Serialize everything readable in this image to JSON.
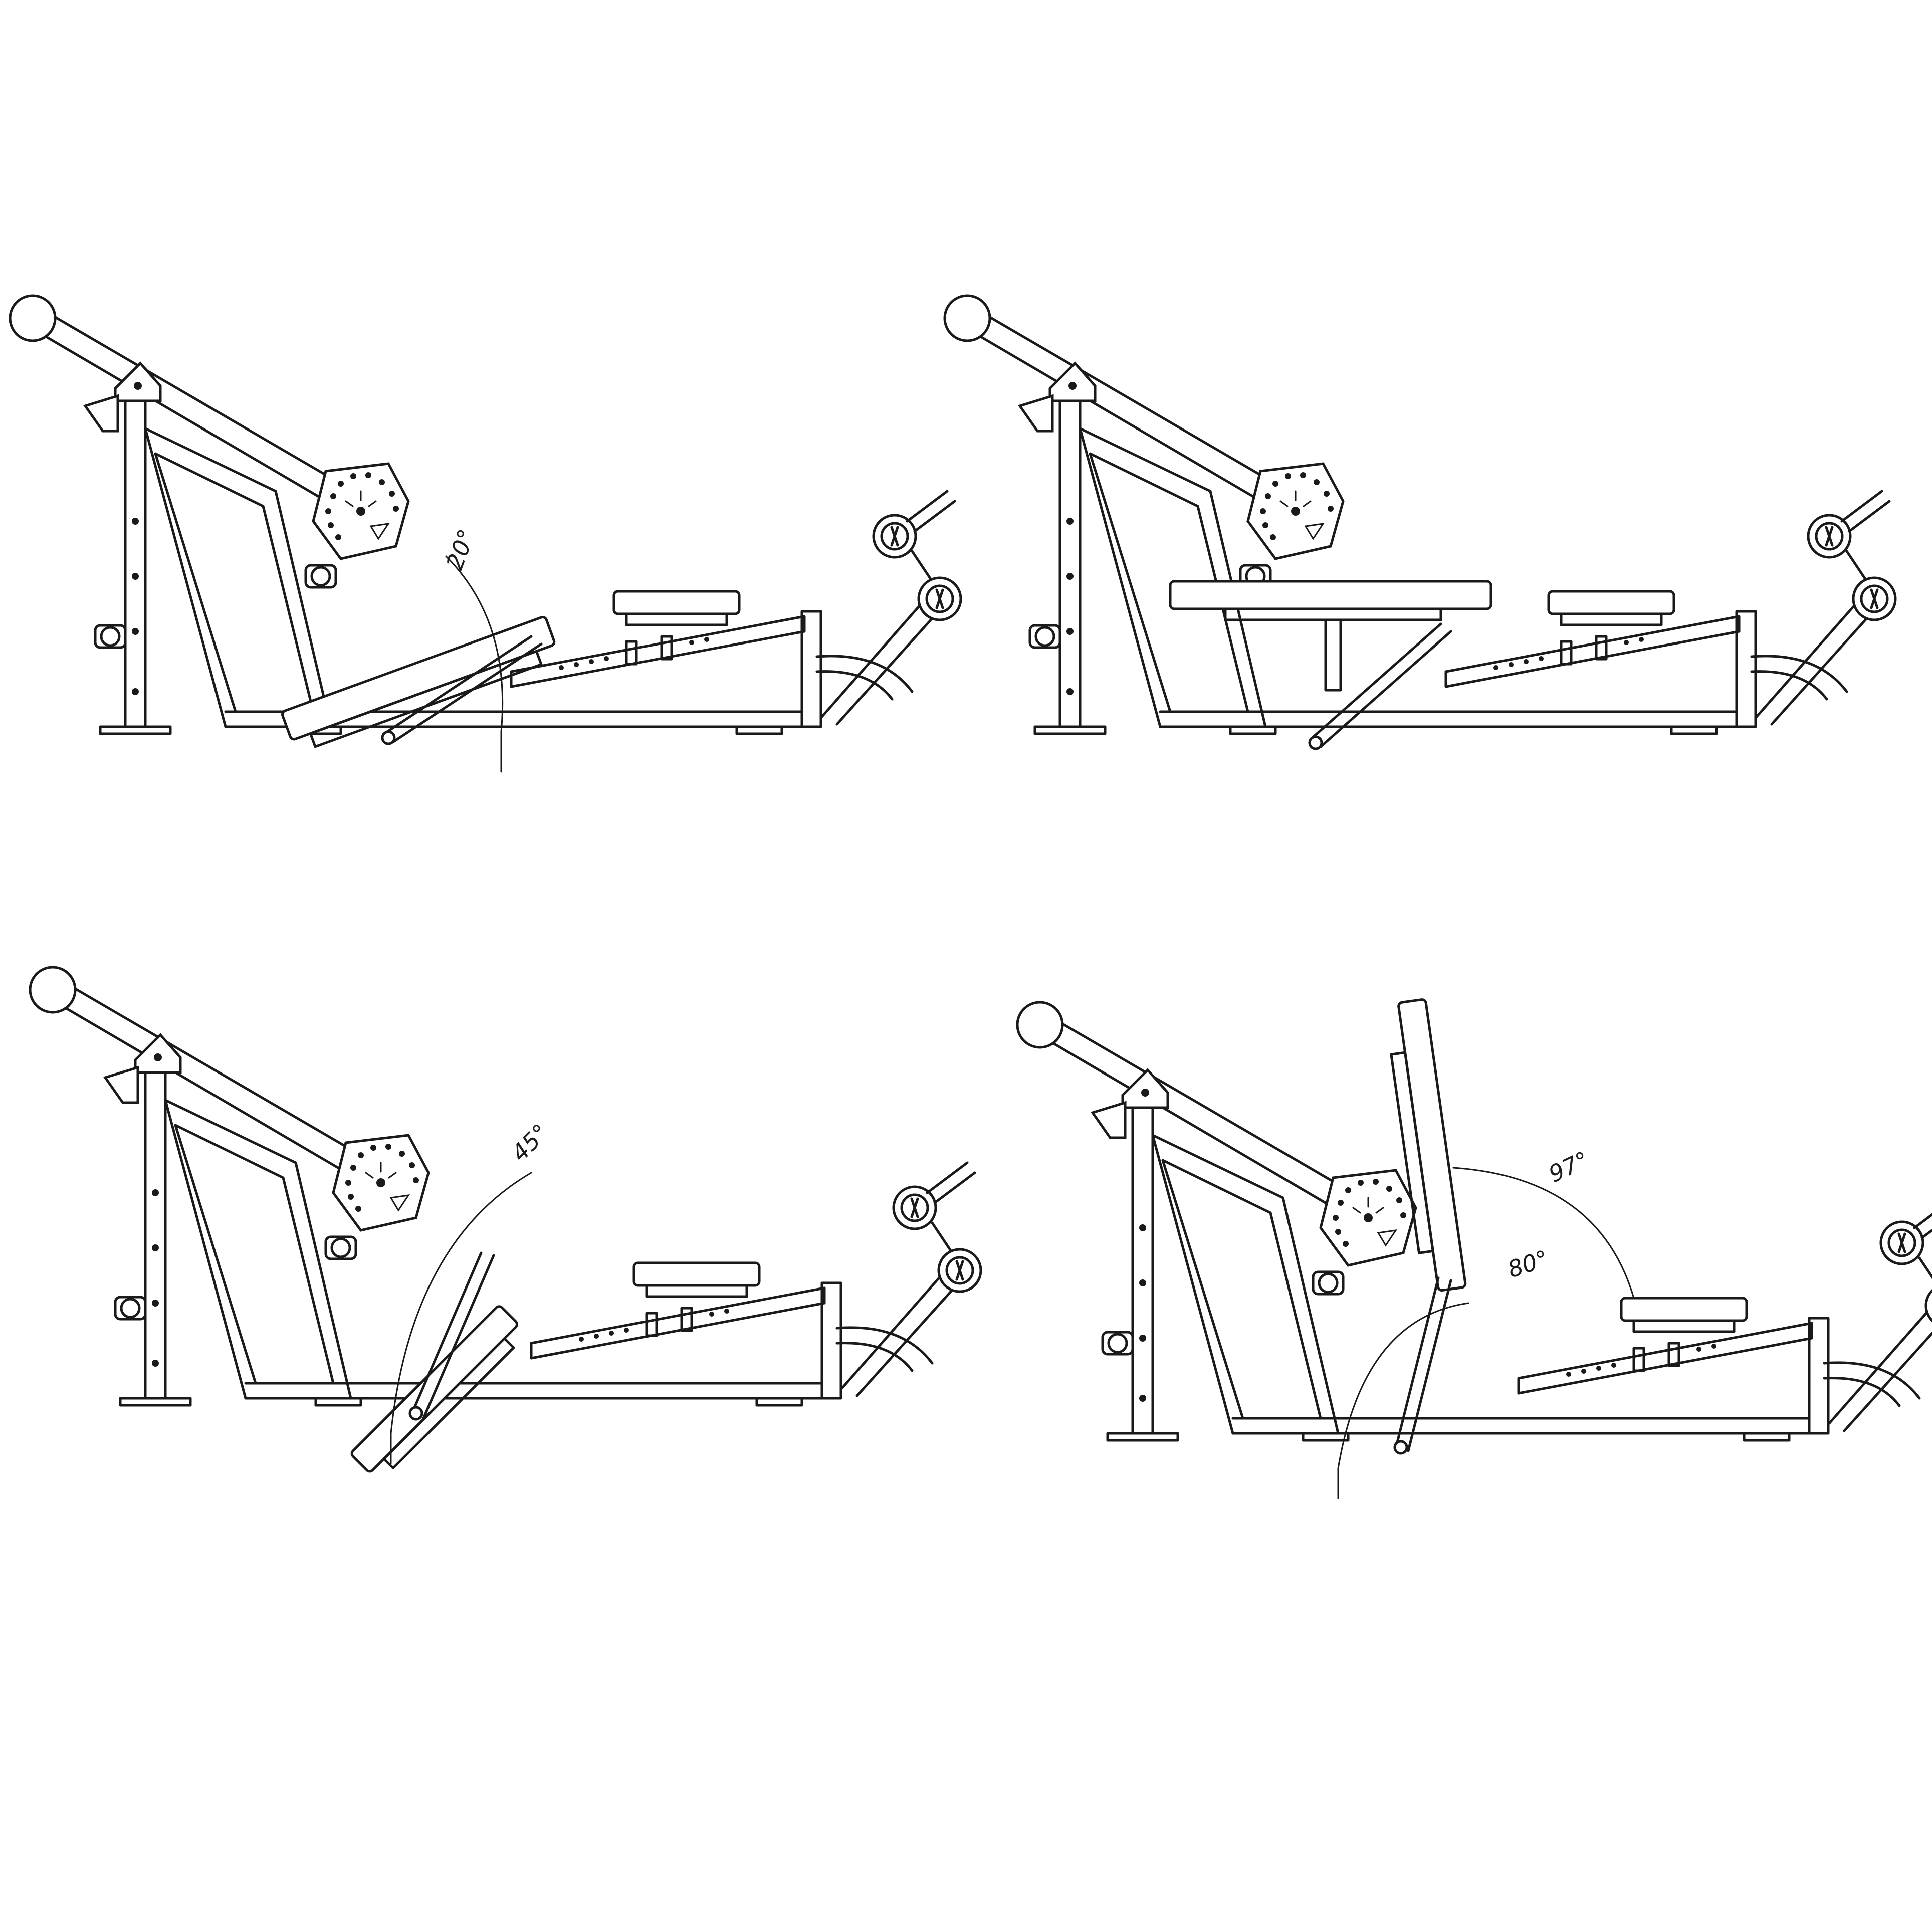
{
  "views": [
    {
      "id": "a",
      "angle_label": "20°",
      "bench_angle_deg": 20
    },
    {
      "id": "b",
      "angle_label": "",
      "bench_angle_deg": 0
    },
    {
      "id": "c",
      "angle_label": "45°",
      "bench_angle_deg": 45
    },
    {
      "id": "d",
      "angle_label": "97°",
      "angle_label_2": "80°",
      "bench_angle_deg": 80
    }
  ],
  "colors": {
    "ink": "#1a1a1a",
    "paper": "#ffffff"
  }
}
